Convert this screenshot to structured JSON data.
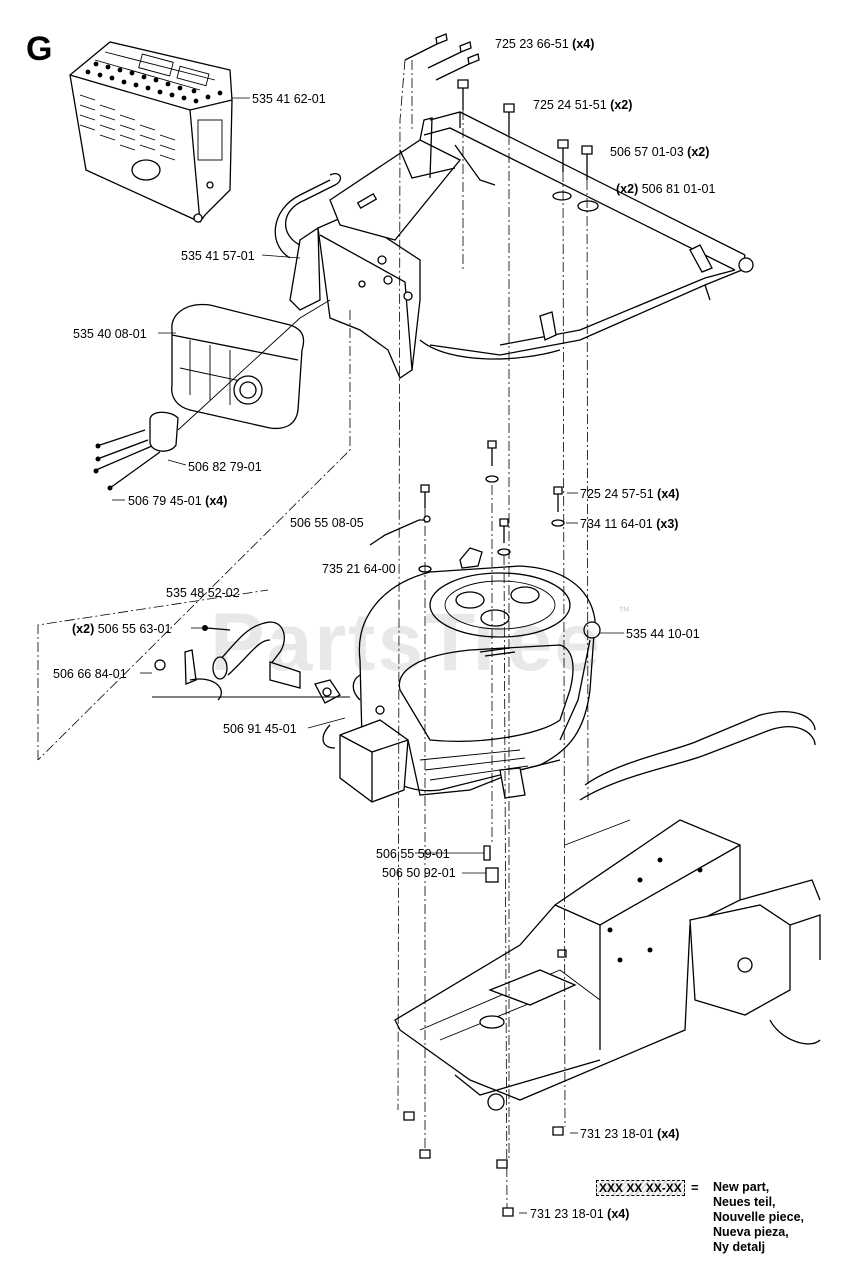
{
  "section_letter": "G",
  "watermark": "PartsTree",
  "trademark": "™",
  "part_labels": [
    {
      "part": "725 23 66-51",
      "qty": "(x4)"
    },
    {
      "part": "535 41 62-01",
      "qty": ""
    },
    {
      "part": "725 24 51-51",
      "qty": "(x2)"
    },
    {
      "part": "506 57 01-03",
      "qty": "(x2)"
    },
    {
      "part": "506 81 01-01",
      "qty": "(x2)"
    },
    {
      "part": "535 41 57-01",
      "qty": ""
    },
    {
      "part": "535 40 08-01",
      "qty": ""
    },
    {
      "part": "506 82 79-01",
      "qty": ""
    },
    {
      "part": "506 79 45-01",
      "qty": "(x4)"
    },
    {
      "part": "725 24 57-51",
      "qty": "(x4)"
    },
    {
      "part": "506 55 08-05",
      "qty": ""
    },
    {
      "part": "734 11 64-01",
      "qty": "(x3)"
    },
    {
      "part": "735 21 64-00",
      "qty": ""
    },
    {
      "part": "535 48 52-02",
      "qty": ""
    },
    {
      "part": "506 55 63-01",
      "qty": "(x2)"
    },
    {
      "part": "535 44 10-01",
      "qty": ""
    },
    {
      "part": "506 66 84-01",
      "qty": ""
    },
    {
      "part": "506 91 45-01",
      "qty": ""
    },
    {
      "part": "506 55 59-01",
      "qty": ""
    },
    {
      "part": "506 50 92-01",
      "qty": ""
    },
    {
      "part": "731 23 18-01",
      "qty": "(x4)"
    },
    {
      "part": "731 23 18-01",
      "qty": "(x4)"
    }
  ],
  "legend": {
    "sample": "XXX XX XX-XX",
    "equals": "=",
    "lines": [
      "New part,",
      "Neues teil,",
      "Nouvelle piece,",
      "Nueva pieza,",
      "Ny detalj"
    ]
  }
}
